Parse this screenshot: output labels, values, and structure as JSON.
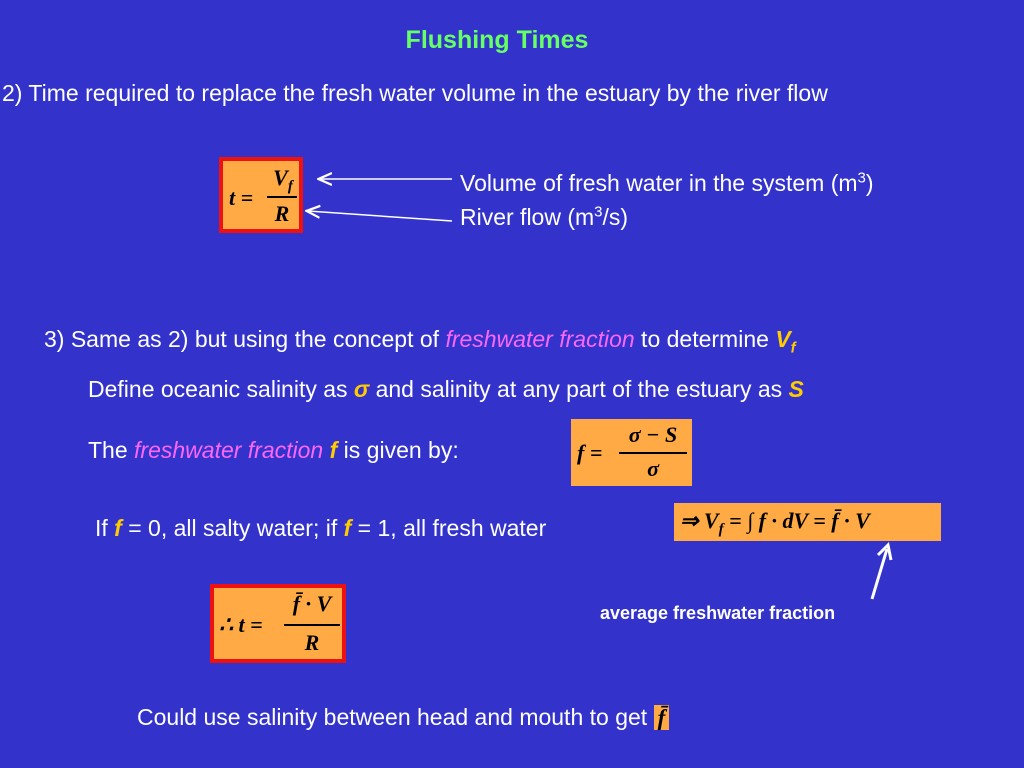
{
  "title": "Flushing Times",
  "point2": {
    "text": "2) Time required to replace the fresh water volume in the estuary by the river flow"
  },
  "formula1": {
    "lhs": "t =",
    "numerator": "V",
    "numerator_sub": "f",
    "denominator": "R"
  },
  "labels": {
    "volume_text": "Volume of fresh water in the system (m",
    "volume_sup": "3",
    "volume_end": ")",
    "river_text": "River flow (m",
    "river_sup": "3",
    "river_end": "/s)"
  },
  "point3": {
    "pre": "3) Same as 2) but using the concept of ",
    "emph": "freshwater fraction",
    "mid": " to determine ",
    "var": "V",
    "var_sub": "f"
  },
  "define": {
    "pre": "Define oceanic salinity as ",
    "sigma": "σ",
    "mid": " and salinity at any part of the estuary as ",
    "s": "S"
  },
  "given": {
    "pre": "The ",
    "emph": "freshwater fraction",
    "var": "f",
    "post": " is given by:"
  },
  "formula2": {
    "lhs": "f =",
    "numerator": "σ − S",
    "denominator": "σ"
  },
  "ifline": {
    "p1": "If ",
    "f1": "f",
    "p2": " = 0, all salty water; if ",
    "f2": "f",
    "p3": " = 1, all fresh water"
  },
  "formula3": {
    "text": "⇒ V",
    "sub": "f",
    "rest": " = ∫ f · dV = f̄ · V"
  },
  "caption": "average freshwater fraction",
  "formula4": {
    "lhs": "∴ t =",
    "numerator": "f̄ · V",
    "denominator": "R"
  },
  "bottom": {
    "text": "Could use salinity between head and mouth to get ",
    "fbar": "f̄"
  },
  "colors": {
    "background": "#3333cc",
    "title": "#66ff66",
    "emphasis": "#ff66ff",
    "variable": "#ffcc00",
    "box_fill": "#ffaa44",
    "box_border": "#ee1111"
  }
}
